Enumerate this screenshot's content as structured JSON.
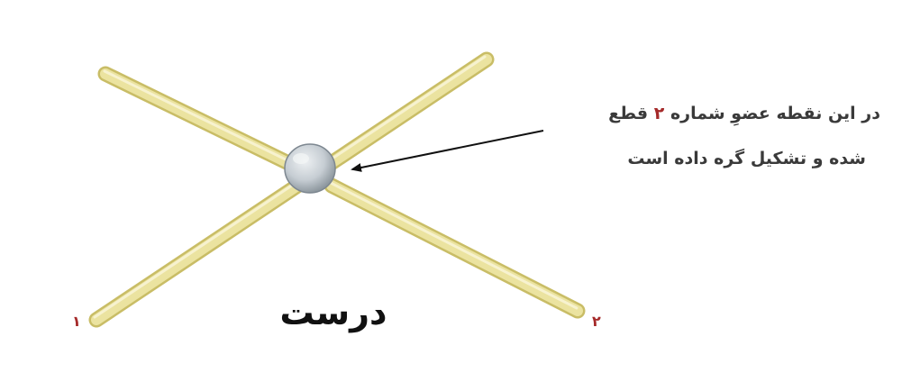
{
  "diagram": {
    "title": "درست",
    "callout_line_1_before": "در این نقطه عضوِ شماره",
    "callout_line_1_number": "۲",
    "callout_line_1_after": "قطع",
    "callout_line_2": "شده و تشکیل گره داده است",
    "member_1_number": "۱",
    "member_2_number": "۲"
  },
  "colors": {
    "rod_fill": "#ebe3a0",
    "rod_edge": "#c9bd66",
    "node_fill": "#c9d0d6",
    "node_edge": "#7d8790",
    "arrow": "#111111",
    "accent_number": "#a52a2a"
  }
}
